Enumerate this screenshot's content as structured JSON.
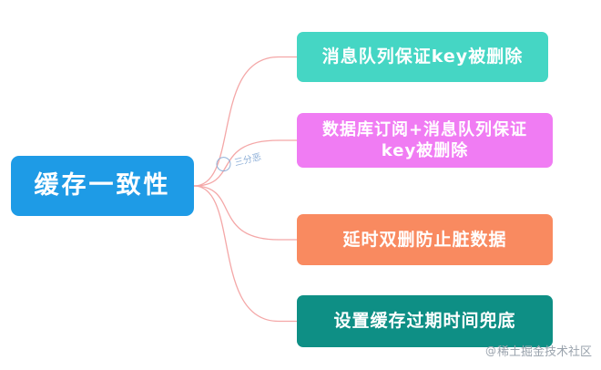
{
  "diagram": {
    "root": {
      "label": "缓存一致性",
      "color": "#1e9be6"
    },
    "children": [
      {
        "id": "n1",
        "label": "消息队列保证key被删除",
        "color": "#45d6c4"
      },
      {
        "id": "n2",
        "label": "数据库订阅+消息队列保证key被删除",
        "color": "#f07cf3"
      },
      {
        "id": "n3",
        "label": "延时双删防止脏数据",
        "color": "#f98a60"
      },
      {
        "id": "n4",
        "label": "设置缓存过期时间兜底",
        "color": "#0e8f85"
      }
    ],
    "connector_color": "#f4a7a7"
  },
  "watermark": {
    "text": "稀土掘金技术社区",
    "icon": "at-icon"
  },
  "seal": {
    "text": "三分恶"
  }
}
